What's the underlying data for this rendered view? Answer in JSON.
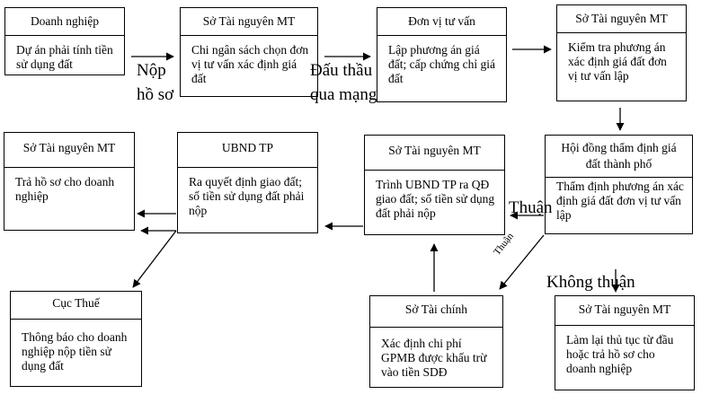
{
  "boxes": {
    "b1": {
      "title": "Doanh nghiệp",
      "body": "Dự án phải tính tiền sử dụng đất"
    },
    "b2": {
      "title": "Sở Tài nguyên MT",
      "body": "Chi ngân sách chọn đơn vị tư vấn xác định giá đất"
    },
    "b3": {
      "title": "Đơn vị tư vấn",
      "body": "Lập phương án giá đất; cấp chứng chỉ giá đất"
    },
    "b4": {
      "title": "Sở Tài nguyên MT",
      "body": "Kiểm tra phương án xác định giá đất đơn vị tư vấn lập"
    },
    "b5": {
      "title": "Hội đồng thẩm định giá đất thành phố",
      "body": "Thẩm định phương án xác định giá đất đơn vị tư vấn lập"
    },
    "b6": {
      "title": "Sở Tài nguyên MT",
      "body": "Trình UBND TP ra QĐ giao đất; số tiền sử dụng đất phải nộp"
    },
    "b7": {
      "title": "UBND TP",
      "body": "Ra quyết định giao đất; số tiền sử dụng đất phải nộp"
    },
    "b8": {
      "title": "Sở Tài nguyên MT",
      "body": "Trả hồ sơ cho doanh nghiệp"
    },
    "b9": {
      "title": "Cục Thuế",
      "body": "Thông báo cho doanh nghiệp nộp tiền sử dụng đất"
    },
    "b10": {
      "title": "Sở Tài chính",
      "body": "Xác định chi phí GPMB được khấu trừ vào tiền SDĐ"
    },
    "b11": {
      "title": "Sở Tài nguyên MT",
      "body": "Làm lại thủ tục từ đầu hoặc trả hồ sơ cho doanh nghiệp"
    }
  },
  "labels": {
    "nop_line1": "Nộp",
    "nop_line2": "hồ sơ",
    "dauthau_line1": "Đấu thầu",
    "dauthau_line2": "qua mạng",
    "thuan_big": "Thuận",
    "thuan_small": "Thuận",
    "khong_thuan": "Không thuận"
  }
}
